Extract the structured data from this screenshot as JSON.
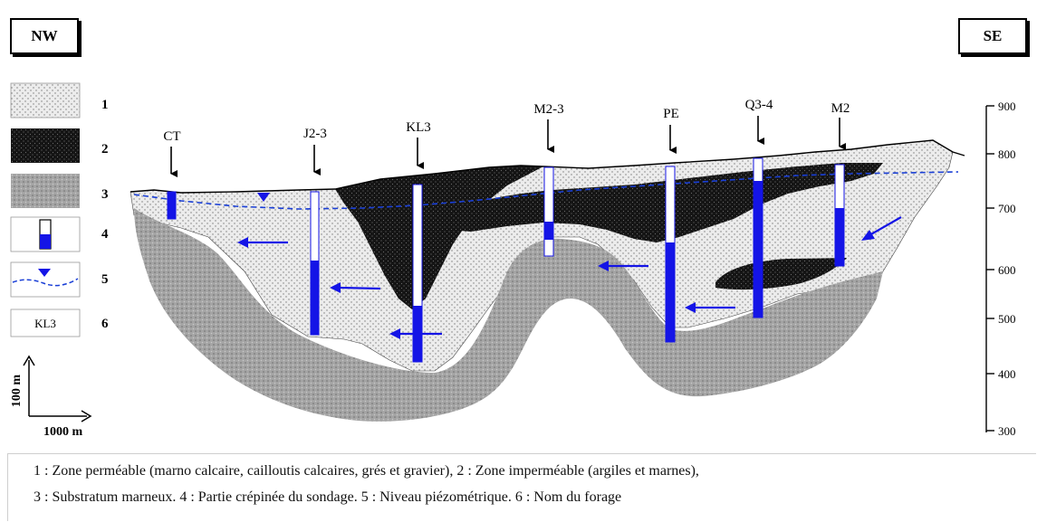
{
  "orientation": {
    "left": "NW",
    "right": "SE"
  },
  "legend": [
    {
      "num": "1",
      "pattern": "light-stipple"
    },
    {
      "num": "2",
      "pattern": "dark-stipple"
    },
    {
      "num": "3",
      "pattern": "grey-stipple"
    },
    {
      "num": "4",
      "pattern": "screened-borehole"
    },
    {
      "num": "5",
      "pattern": "piezometric-line"
    },
    {
      "num": "6",
      "sample": "KL3"
    }
  ],
  "scale": {
    "vertical": "100 m",
    "horizontal": "1000 m"
  },
  "elevation_axis": {
    "ticks": [
      "900",
      "800",
      "700",
      "600",
      "500",
      "400",
      "300"
    ]
  },
  "wells": [
    "CT",
    "J2-3",
    "KL3",
    "M2-3",
    "PE",
    "Q3-4",
    "M2"
  ],
  "caption": {
    "line1": "1 : Zone perméable (marno calcaire, cailloutis calcaires, grés et gravier), 2 : Zone imperméable (argiles et marnes),",
    "line2": "3 : Substratum marneux. 4 : Partie crépinée du sondage. 5 : Niveau piézométrique. 6 : Nom du forage"
  },
  "colors": {
    "borehole": "#1414e6",
    "flow_arrow": "#1414e6",
    "piezo_line": "#1a3fd6"
  }
}
